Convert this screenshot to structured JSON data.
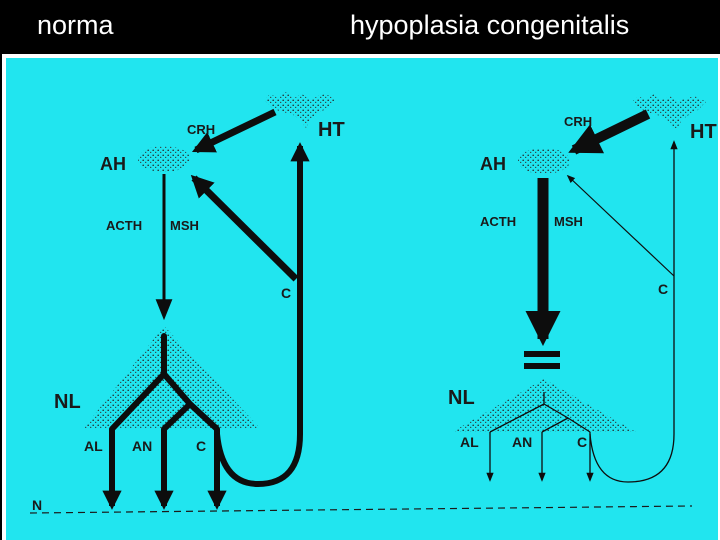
{
  "header": {
    "left_title": "norma",
    "right_title": "hypoplasia congenitalis"
  },
  "diagram": {
    "background_color": "#21e5ef",
    "line_color": "#0d0d0d",
    "left": {
      "HT": "HT",
      "CRH": "CRH",
      "AH": "AH",
      "ACTH": "ACTH",
      "MSH": "MSH",
      "C_feedback": "C",
      "NL": "NL",
      "AL": "AL",
      "AN": "AN",
      "C": "C",
      "N": "N"
    },
    "right": {
      "HT": "HT",
      "CRH": "CRH",
      "AH": "AH",
      "ACTH": "ACTH",
      "MSH": "MSH",
      "C_feedback": "C",
      "block": "=",
      "NL": "NL",
      "AL": "AL",
      "AN": "AN",
      "C": "C"
    }
  }
}
